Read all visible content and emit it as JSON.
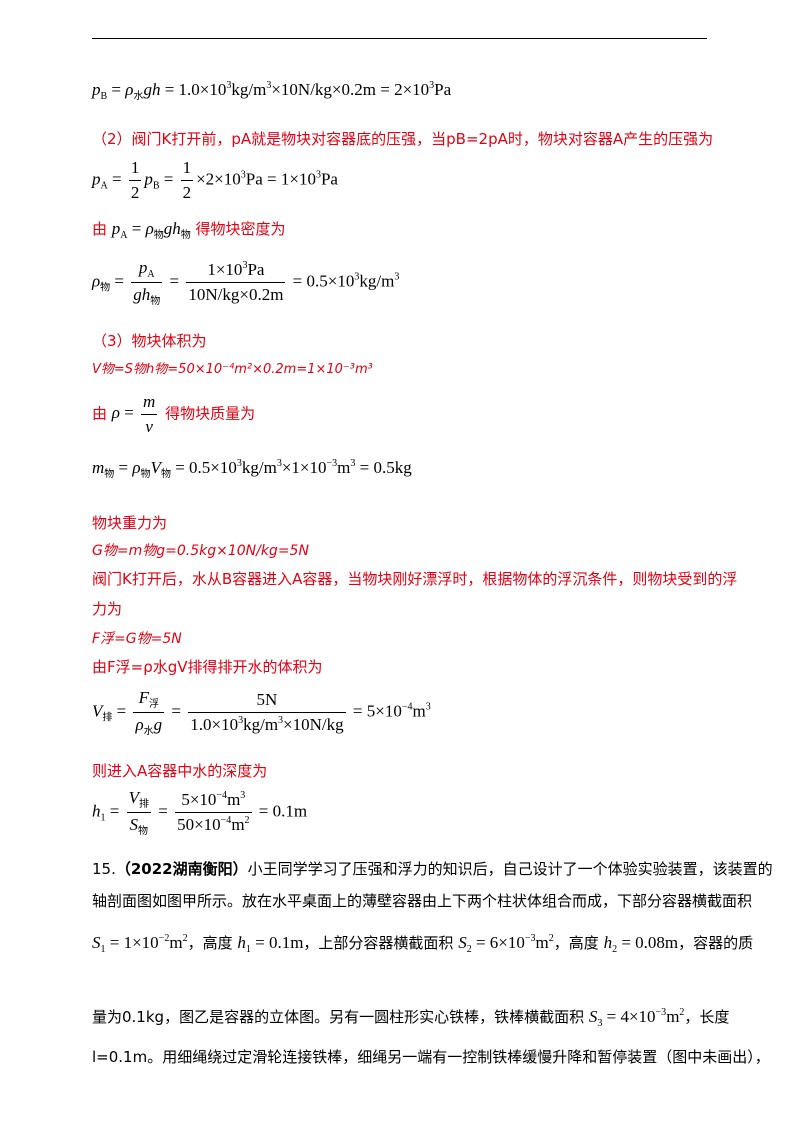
{
  "eq1": {
    "lhs": "p",
    "lhs_sub": "B",
    "rho": "ρ",
    "rho_sub": "水",
    "rest": "gh = 1.0×10",
    "e1": "3",
    "u1": "kg/m",
    "e2": "3",
    "tail": "×10N/kg×0.2m = 2×10",
    "e3": "3",
    "pa": "Pa"
  },
  "s2_text": "（2）阀门K打开前，pA就是物块对容器底的压强，当pB=2pA时，物块对容器A产生的压强为",
  "eq2": {
    "p": "p",
    "sub_a": "A",
    "eq": "=",
    "n": "1",
    "d": "2",
    "p2": "p",
    "sub_b": "B",
    "eq2": "=",
    "n2": "1",
    "d2": "2",
    "rest": "×2×10",
    "e": "3",
    "tail": "Pa = 1×10",
    "e2": "3",
    "pa": "Pa"
  },
  "s2b": {
    "pre": "由",
    "p": "p",
    "sub": "A",
    "eq": "= ρ",
    "sub2": "物",
    "gh": "gh",
    "sub3": "物",
    "post": "得物块密度为"
  },
  "eq3": {
    "rho": "ρ",
    "sub": "物",
    "num": "1×10³ Pa",
    "den": "10N/kg×0.2m",
    "res": "= 0.5×10",
    "e": "3",
    "u": "kg/m",
    "e2": "3"
  },
  "eq3_frac1": {
    "num": "pA",
    "den": "gh物"
  },
  "s3_title": "（3）物块体积为",
  "s3_v": "V物=S物h物=50×10⁻⁴m²×0.2m=1×10⁻³m³",
  "s3_rho": {
    "pre": "由",
    "formula": "ρ =",
    "num": "m",
    "den": "v",
    "post": "得物块质量为"
  },
  "eq4": {
    "text": "m物 = ρ物V物 = 0.5×10³kg/m³×1×10⁻³m³ = 0.5kg"
  },
  "weight_title": "物块重力为",
  "weight_eq": "G物=m物g=0.5kg×10N/kg=5N",
  "after_k": "阀门K打开后，水从B容器进入A容器，当物块刚好漂浮时，根据物体的浮沉条件，则物块受到的浮力为",
  "after_k_l1": "阀门K打开后，水从B容器进入A容器，当物块刚好漂浮时，根据物体的浮沉条件，则物块受到的浮",
  "after_k_l2": "力为",
  "f_eq": "F浮=G物=5N",
  "displaced": "由F浮=ρ水gV排得排开水的体积为",
  "eq5": {
    "lhs": "V排 =",
    "num1": "F浮",
    "den1": "ρ水g",
    "num2": "5N",
    "den2": "1.0×10³kg/m³×10N/kg",
    "res": "= 5×10⁻⁴m³"
  },
  "depth_title": "则进入A容器中水的深度为",
  "eq6": {
    "lhs": "h₁ =",
    "num1": "V排",
    "den1": "S物",
    "num2": "5×10⁻⁴m³",
    "den2": "50×10⁻⁴m²",
    "res": "= 0.1m"
  },
  "q15": {
    "num": "15.",
    "source": "（2022湖南衡阳）",
    "l1": "小王同学学习了压强和浮力的知识后，自己设计了一个体验实验装置，该装置的",
    "l2": "轴剖面图如图甲所示。放在水平桌面上的薄壁容器由上下两个柱状体组合而成，下部分容器横截面积",
    "l3_s1": "S₁ = 1×10⁻²m²",
    "l3_a": "，高度",
    "l3_h1": "h₁ = 0.1m",
    "l3_b": "，上部分容器横截面积",
    "l3_s2": "S₂ = 6×10⁻³m²",
    "l3_c": "，高度",
    "l3_h2": "h₂ = 0.08m",
    "l3_d": "，容器的质",
    "l4_a": "量为0.1kg，图乙是容器的立体图。另有一圆柱形实心铁棒，铁棒横截面积",
    "l4_s3": "S₃ = 4×10⁻³m²",
    "l4_b": "，长度",
    "l5": "l=0.1m。用细绳绕过定滑轮连接铁棒，细绳另一端有一控制铁棒缓慢升降和暂停装置（图中未画出），"
  }
}
